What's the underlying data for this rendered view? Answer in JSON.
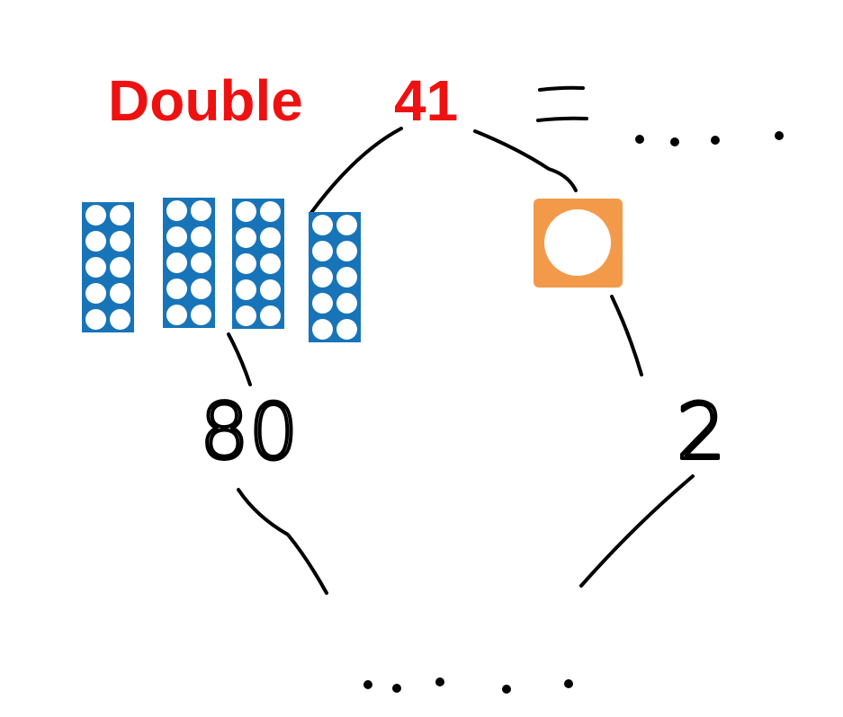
{
  "title": {
    "word": "Double",
    "number": "41",
    "equals": "="
  },
  "partitions": {
    "tens_label": "80",
    "ones_label": "2"
  },
  "blanks": {
    "top_answer": ". . . .",
    "bottom_answer": ". . . . ."
  },
  "manipulatives": {
    "tens_rods": 4,
    "ones_counters": 1,
    "tens_color": "#1874b8",
    "ones_color": "#f39a4a",
    "circle_color": "#ffffff"
  }
}
